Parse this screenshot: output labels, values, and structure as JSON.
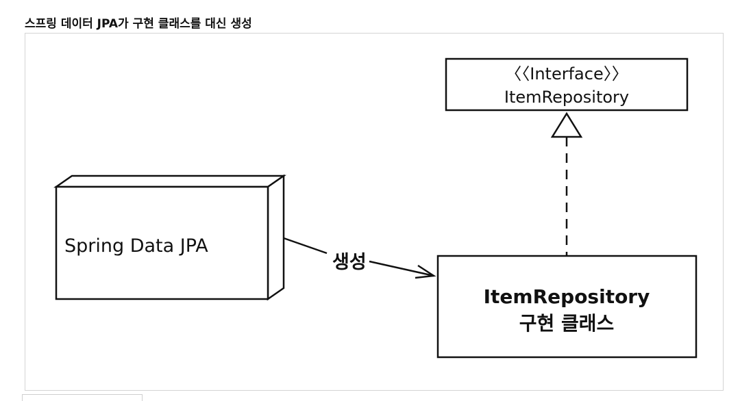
{
  "heading": "스프링 데이터 JPA가 구현 클래스를 대신 생성",
  "diagram": {
    "interface_box": {
      "stereotype": "〈〈Interface〉〉",
      "name": "ItemRepository"
    },
    "node_box": {
      "label": "Spring Data JPA"
    },
    "impl_box": {
      "line1": "ItemRepository",
      "line2": "구현 클래스"
    },
    "arrow_label": "생성"
  }
}
